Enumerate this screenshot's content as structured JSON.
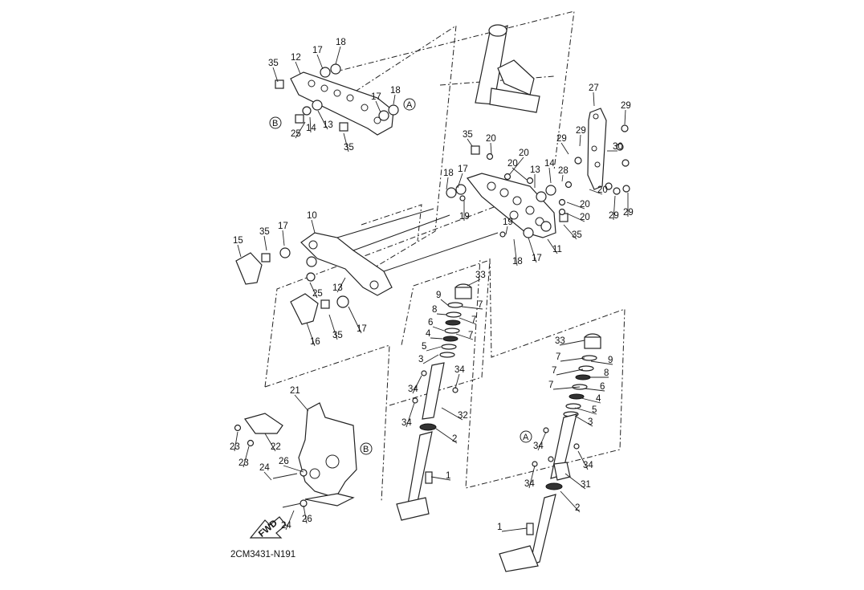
{
  "diagram": {
    "code": "2CM3431-N191",
    "fwd_label": "FWD",
    "ref_a": "A",
    "ref_b": "B",
    "callouts": [
      {
        "id": "c35a",
        "text": "35"
      },
      {
        "id": "c12",
        "text": "12"
      },
      {
        "id": "c17a",
        "text": "17"
      },
      {
        "id": "c18a",
        "text": "18"
      },
      {
        "id": "c17b",
        "text": "17"
      },
      {
        "id": "c18b",
        "text": "18"
      },
      {
        "id": "c25a",
        "text": "25"
      },
      {
        "id": "c14a",
        "text": "14"
      },
      {
        "id": "c13a",
        "text": "13"
      },
      {
        "id": "c35b",
        "text": "35"
      },
      {
        "id": "c27",
        "text": "27"
      },
      {
        "id": "c29a",
        "text": "29"
      },
      {
        "id": "c35c",
        "text": "35"
      },
      {
        "id": "c20a",
        "text": "20"
      },
      {
        "id": "c20b",
        "text": "20"
      },
      {
        "id": "c20c",
        "text": "20"
      },
      {
        "id": "c29b",
        "text": "29"
      },
      {
        "id": "c29c",
        "text": "29"
      },
      {
        "id": "c30",
        "text": "30"
      },
      {
        "id": "c14b",
        "text": "14"
      },
      {
        "id": "c13b",
        "text": "13"
      },
      {
        "id": "c28",
        "text": "28"
      },
      {
        "id": "c18c",
        "text": "18"
      },
      {
        "id": "c17c",
        "text": "17"
      },
      {
        "id": "c20d",
        "text": "20"
      },
      {
        "id": "c20e",
        "text": "20"
      },
      {
        "id": "c20f",
        "text": "20"
      },
      {
        "id": "c29d",
        "text": "29"
      },
      {
        "id": "c29e",
        "text": "29"
      },
      {
        "id": "c19a",
        "text": "19"
      },
      {
        "id": "c35d",
        "text": "35"
      },
      {
        "id": "c19b",
        "text": "19"
      },
      {
        "id": "c18d",
        "text": "18"
      },
      {
        "id": "c17d",
        "text": "17"
      },
      {
        "id": "c11",
        "text": "11"
      },
      {
        "id": "c10",
        "text": "10"
      },
      {
        "id": "c35e",
        "text": "35"
      },
      {
        "id": "c17e",
        "text": "17"
      },
      {
        "id": "c15",
        "text": "15"
      },
      {
        "id": "c25b",
        "text": "25"
      },
      {
        "id": "c13c",
        "text": "13"
      },
      {
        "id": "c16",
        "text": "16"
      },
      {
        "id": "c35f",
        "text": "35"
      },
      {
        "id": "c17f",
        "text": "17"
      },
      {
        "id": "c33a",
        "text": "33"
      },
      {
        "id": "c9a",
        "text": "9"
      },
      {
        "id": "c7a",
        "text": "7"
      },
      {
        "id": "c8a",
        "text": "8"
      },
      {
        "id": "c7b",
        "text": "7"
      },
      {
        "id": "c6a",
        "text": "6"
      },
      {
        "id": "c7c",
        "text": "7"
      },
      {
        "id": "c4a",
        "text": "4"
      },
      {
        "id": "c5a",
        "text": "5"
      },
      {
        "id": "c3a",
        "text": "3"
      },
      {
        "id": "c34a",
        "text": "34"
      },
      {
        "id": "c34b",
        "text": "34"
      },
      {
        "id": "c34c",
        "text": "34"
      },
      {
        "id": "c32",
        "text": "32"
      },
      {
        "id": "c2a",
        "text": "2"
      },
      {
        "id": "c1a",
        "text": "1"
      },
      {
        "id": "c33b",
        "text": "33"
      },
      {
        "id": "c7d",
        "text": "7"
      },
      {
        "id": "c9b",
        "text": "9"
      },
      {
        "id": "c7e",
        "text": "7"
      },
      {
        "id": "c8b",
        "text": "8"
      },
      {
        "id": "c7f",
        "text": "7"
      },
      {
        "id": "c6b",
        "text": "6"
      },
      {
        "id": "c4b",
        "text": "4"
      },
      {
        "id": "c5b",
        "text": "5"
      },
      {
        "id": "c3b",
        "text": "3"
      },
      {
        "id": "c34d",
        "text": "34"
      },
      {
        "id": "c34e",
        "text": "34"
      },
      {
        "id": "c34f",
        "text": "34"
      },
      {
        "id": "c31",
        "text": "31"
      },
      {
        "id": "c2b",
        "text": "2"
      },
      {
        "id": "c1b",
        "text": "1"
      },
      {
        "id": "c21",
        "text": "21"
      },
      {
        "id": "c23a",
        "text": "23"
      },
      {
        "id": "c22",
        "text": "22"
      },
      {
        "id": "c23b",
        "text": "23"
      },
      {
        "id": "c26a",
        "text": "26"
      },
      {
        "id": "c24a",
        "text": "24"
      },
      {
        "id": "c24b",
        "text": "24"
      },
      {
        "id": "c26b",
        "text": "26"
      }
    ]
  }
}
